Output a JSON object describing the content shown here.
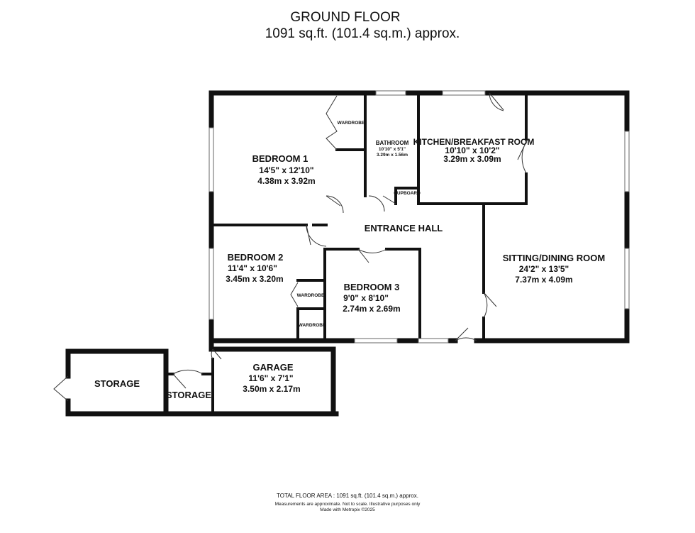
{
  "header": {
    "title": "GROUND FLOOR",
    "area": "1091 sq.ft. (101.4 sq.m.) approx."
  },
  "rooms": {
    "bedroom1": {
      "name": "BEDROOM 1",
      "imperial": "14'5\"  x 12'10\"",
      "metric": "4.38m  x 3.92m"
    },
    "bathroom": {
      "name": "BATHROOM",
      "imperial": "10'10\"  x 5'1\"",
      "metric": "3.29m  x 1.56m"
    },
    "kitchen": {
      "name": "KITCHEN/BREAKFAST ROOM",
      "imperial": "10'10\"  x 10'2\"",
      "metric": "3.29m  x 3.09m"
    },
    "entrance": {
      "name": "ENTRANCE HALL"
    },
    "bedroom2": {
      "name": "BEDROOM 2",
      "imperial": "11'4\"  x 10'6\"",
      "metric": "3.45m  x 3.20m"
    },
    "bedroom3": {
      "name": "BEDROOM 3",
      "imperial": "9'0\"  x 8'10\"",
      "metric": "2.74m  x 2.69m"
    },
    "sitting": {
      "name": "SITTING/DINING ROOM",
      "imperial": "24'2\"  x 13'5\"",
      "metric": "7.37m  x 4.09m"
    },
    "garage": {
      "name": "GARAGE",
      "imperial": "11'6\"  x 7'1\"",
      "metric": "3.50m  x 2.17m"
    },
    "storage1": {
      "name": "STORAGE"
    },
    "storage2": {
      "name": "STORAGE"
    }
  },
  "fixtures": {
    "wardrobe1": "WARDROBE",
    "wardrobe2": "WARDROBE",
    "wardrobe3": "WARDROBE",
    "cupboard": "CUPBOARD"
  },
  "footer": {
    "total": "TOTAL FLOOR AREA : 1091 sq.ft. (101.4 sq.m.) approx.",
    "disclaimer": "Measurements are approximate.  Not to scale.  Illustrative purposes only",
    "credit": "Made with Metropix ©2025"
  }
}
